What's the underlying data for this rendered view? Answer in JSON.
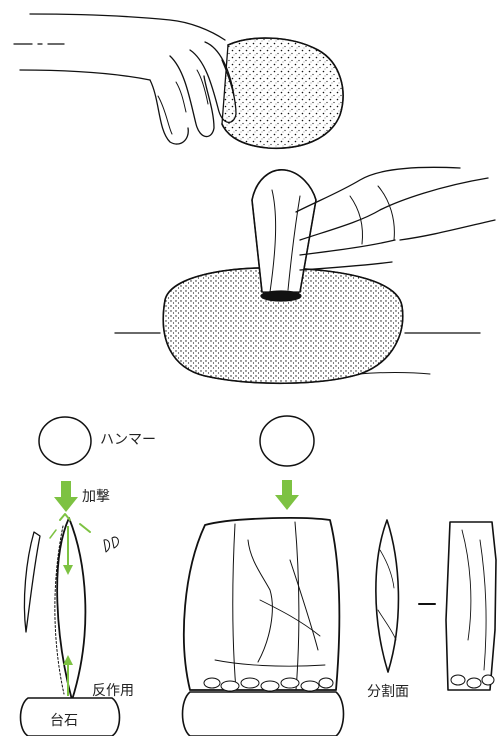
{
  "labels": {
    "hammer": "ハンマー",
    "strike": "加撃",
    "reaction": "反作用",
    "anvil": "台石",
    "split_face": "分割面"
  },
  "colors": {
    "line": "#111111",
    "arrow": "#7dc242",
    "text": "#222222"
  },
  "icons": [
    "hand-hammer-illustration",
    "anvil-technique-illustration",
    "green-down-arrow",
    "green-up-arrow"
  ]
}
